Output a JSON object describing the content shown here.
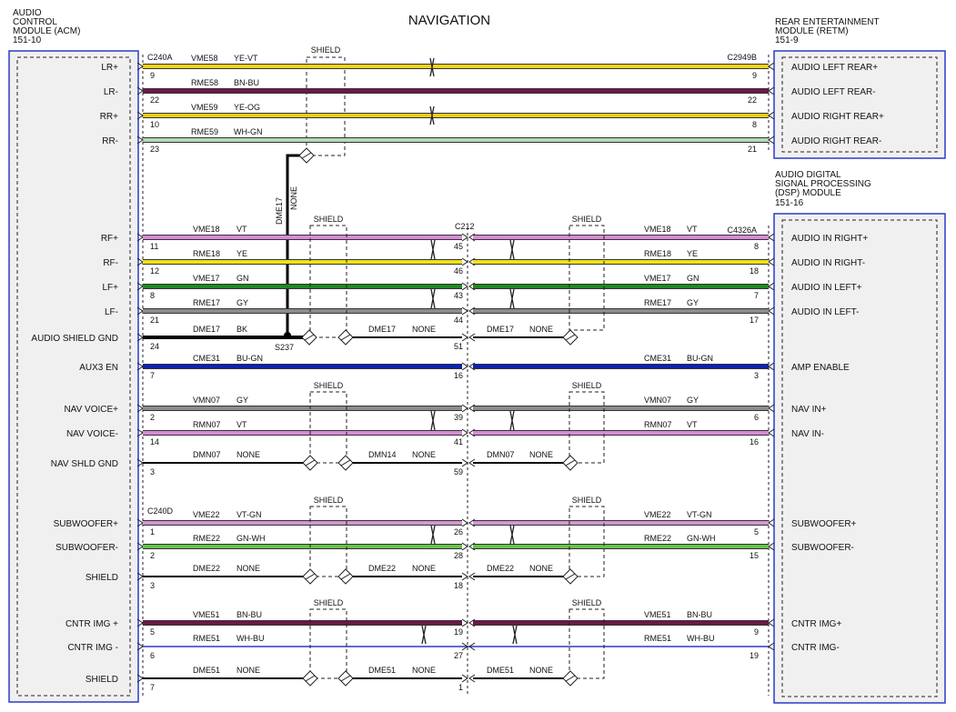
{
  "title": "NAVIGATION",
  "acm": {
    "lines": [
      "AUDIO",
      "CONTROL",
      "MODULE (ACM)",
      "151-10"
    ]
  },
  "retm": {
    "lines": [
      "REAR ENTERTAINMENT",
      "MODULE (RETM)",
      "151-9"
    ]
  },
  "dsp": {
    "lines": [
      "AUDIO DIGITAL",
      "SIGNAL PROCESSING",
      "(DSP) MODULE",
      "151-16"
    ]
  },
  "connectors": {
    "c240a": "C240A",
    "c2949b": "C2949B",
    "c212": "C212",
    "c4326a": "C4326A",
    "c240d": "C240D",
    "s237": "S237"
  },
  "shield_label": "SHIELD",
  "vertical_wire": {
    "circuit": "DME17",
    "color": "NONE"
  },
  "acm_pins": [
    {
      "label": "LR+",
      "pin": "9"
    },
    {
      "label": "LR-",
      "pin": "22"
    },
    {
      "label": "RR+",
      "pin": "10"
    },
    {
      "label": "RR-",
      "pin": "23"
    },
    {
      "label": "RF+",
      "pin": "11"
    },
    {
      "label": "RF-",
      "pin": "12"
    },
    {
      "label": "LF+",
      "pin": "8"
    },
    {
      "label": "LF-",
      "pin": "21"
    },
    {
      "label": "AUDIO SHIELD GND",
      "pin": "24"
    },
    {
      "label": "AUX3 EN",
      "pin": "7"
    },
    {
      "label": "NAV VOICE+",
      "pin": "2"
    },
    {
      "label": "NAV VOICE-",
      "pin": "14"
    },
    {
      "label": "NAV SHLD GND",
      "pin": "3"
    },
    {
      "label": "SUBWOOFER+",
      "pin": "1"
    },
    {
      "label": "SUBWOOFER-",
      "pin": "2"
    },
    {
      "label": "SHIELD",
      "pin": "3"
    },
    {
      "label": "CNTR IMG +",
      "pin": "5"
    },
    {
      "label": "CNTR IMG -",
      "pin": "6"
    },
    {
      "label": "SHIELD",
      "pin": "7"
    }
  ],
  "retm_pins": [
    {
      "label": "AUDIO LEFT REAR+",
      "pin": "9"
    },
    {
      "label": "AUDIO LEFT REAR-",
      "pin": "22"
    },
    {
      "label": "AUDIO RIGHT REAR+",
      "pin": "8"
    },
    {
      "label": "AUDIO RIGHT REAR-",
      "pin": "21"
    }
  ],
  "dsp_pins": [
    {
      "label": "AUDIO IN RIGHT+",
      "pin": "8"
    },
    {
      "label": "AUDIO IN RIGHT-",
      "pin": "18"
    },
    {
      "label": "AUDIO IN LEFT+",
      "pin": "7"
    },
    {
      "label": "AUDIO IN LEFT-",
      "pin": "17"
    },
    {
      "label": "AMP ENABLE",
      "pin": "3"
    },
    {
      "label": "NAV IN+",
      "pin": "6"
    },
    {
      "label": "NAV IN-",
      "pin": "16"
    },
    {
      "label": "SUBWOOFER+",
      "pin": "5"
    },
    {
      "label": "SUBWOOFER-",
      "pin": "15"
    },
    {
      "label": "CNTR IMG+",
      "pin": "9"
    },
    {
      "label": "CNTR IMG-",
      "pin": "19"
    }
  ],
  "rear_wires": [
    {
      "circuit": "VME58",
      "color": "YE-VT",
      "hex": "#f2d21c"
    },
    {
      "circuit": "RME58",
      "color": "BN-BU",
      "hex": "#6e1848"
    },
    {
      "circuit": "VME59",
      "color": "YE-OG",
      "hex": "#e8cc1a"
    },
    {
      "circuit": "RME59",
      "color": "WH-GN",
      "hex": "#b6d8b6"
    }
  ],
  "split_wires": [
    {
      "l_circuit": "VME18",
      "l_color": "VT",
      "c212_pin": "45",
      "r_circuit": "VME18",
      "r_color": "VT",
      "hex": "#d88ad8"
    },
    {
      "l_circuit": "RME18",
      "l_color": "YE",
      "c212_pin": "46",
      "r_circuit": "RME18",
      "r_color": "YE",
      "hex": "#eee21a"
    },
    {
      "l_circuit": "VME17",
      "l_color": "GN",
      "c212_pin": "43",
      "r_circuit": "VME17",
      "r_color": "GN",
      "hex": "#1e8a1e"
    },
    {
      "l_circuit": "RME17",
      "l_color": "GY",
      "c212_pin": "44",
      "r_circuit": "RME17",
      "r_color": "GY",
      "hex": "#8c8c8c"
    },
    {
      "l_circuit": "DME17",
      "l_color": "BK",
      "mid_circuit": "DME17",
      "mid_color": "NONE",
      "c212_pin": "51",
      "r_circuit": "DME17",
      "r_color": "NONE",
      "hex": "#000000"
    },
    {
      "l_circuit": "CME31",
      "l_color": "BU-GN",
      "c212_pin": "16",
      "r_circuit": "CME31",
      "r_color": "BU-GN",
      "hex": "#0a22b4"
    },
    {
      "l_circuit": "VMN07",
      "l_color": "GY",
      "c212_pin": "39",
      "r_circuit": "VMN07",
      "r_color": "GY",
      "hex": "#8c8c8c"
    },
    {
      "l_circuit": "RMN07",
      "l_color": "VT",
      "c212_pin": "41",
      "r_circuit": "RMN07",
      "r_color": "VT",
      "hex": "#d88ad8"
    },
    {
      "l_circuit": "DMN07",
      "l_color": "NONE",
      "mid_circuit": "DMN14",
      "mid_color": "NONE",
      "c212_pin": "59",
      "r_circuit": "DMN07",
      "r_color": "NONE",
      "hex": "#000000"
    },
    {
      "l_circuit": "VME22",
      "l_color": "VT-GN",
      "c212_pin": "26",
      "r_circuit": "VME22",
      "r_color": "VT-GN",
      "hex": "#d296d2"
    },
    {
      "l_circuit": "RME22",
      "l_color": "GN-WH",
      "c212_pin": "28",
      "r_circuit": "RME22",
      "r_color": "GN-WH",
      "hex": "#66c24a"
    },
    {
      "l_circuit": "DME22",
      "l_color": "NONE",
      "mid_circuit": "DME22",
      "mid_color": "NONE",
      "c212_pin": "18",
      "r_circuit": "DME22",
      "r_color": "NONE",
      "hex": "#000000"
    },
    {
      "l_circuit": "VME51",
      "l_color": "BN-BU",
      "c212_pin": "19",
      "r_circuit": "VME51",
      "r_color": "BN-BU",
      "hex": "#6e1848"
    },
    {
      "l_circuit": "RME51",
      "l_color": "WH-BU",
      "c212_pin": "27",
      "r_circuit": "RME51",
      "r_color": "WH-BU",
      "hex": "#2a3cc8"
    },
    {
      "l_circuit": "DME51",
      "l_color": "NONE",
      "mid_circuit": "DME51",
      "mid_color": "NONE",
      "c212_pin": "1",
      "r_circuit": "DME51",
      "r_color": "NONE",
      "hex": "#000000"
    }
  ]
}
